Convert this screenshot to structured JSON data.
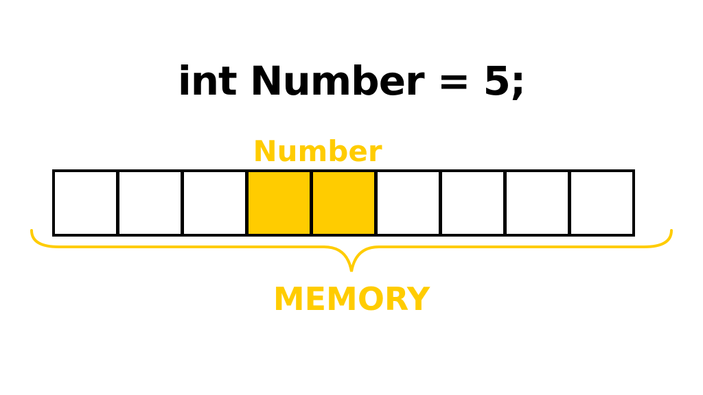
{
  "code": "int Number = 5;",
  "variable_label": "Number",
  "memory_label": "MEMORY",
  "cells": [
    {
      "highlighted": false
    },
    {
      "highlighted": false
    },
    {
      "highlighted": false
    },
    {
      "highlighted": true
    },
    {
      "highlighted": true
    },
    {
      "highlighted": false
    },
    {
      "highlighted": false
    },
    {
      "highlighted": false
    },
    {
      "highlighted": false
    }
  ],
  "colors": {
    "text": "#000000",
    "accent": "#FFCC00",
    "cell_fill": "#FFFFFF",
    "cell_border": "#000000"
  }
}
